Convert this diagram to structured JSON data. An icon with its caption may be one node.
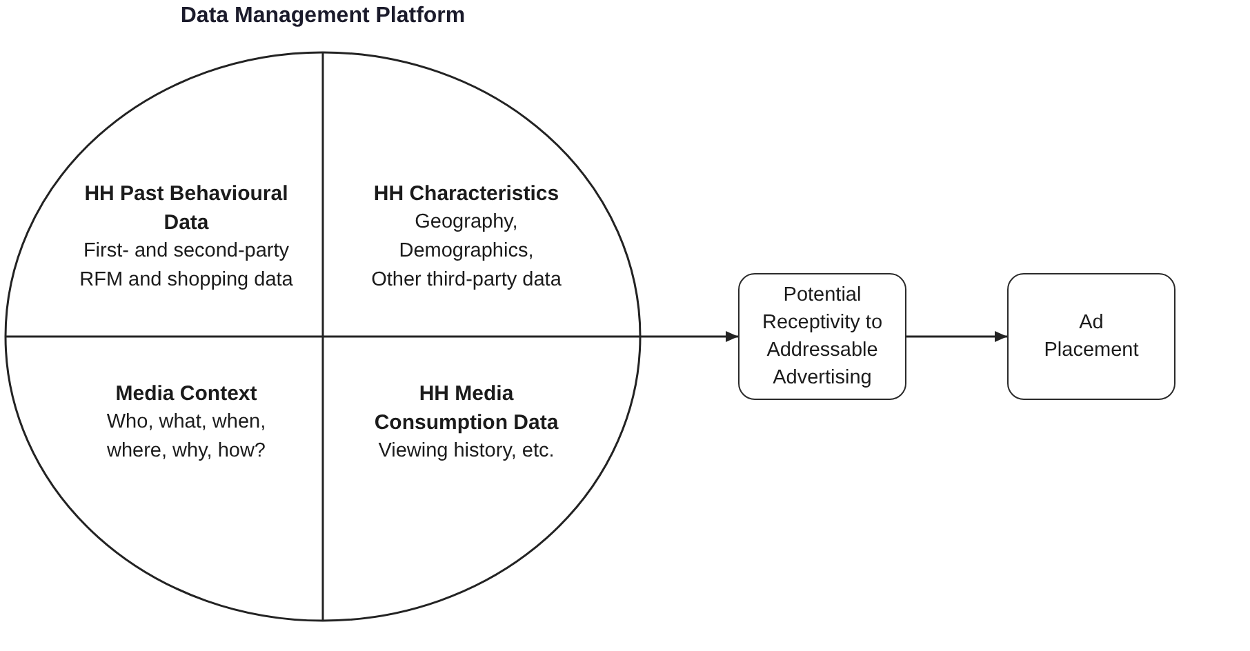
{
  "diagram": {
    "nodes": [
      {
        "text": [
          "Data Management Platform"
        ]
      },
      {
        "text": [
          "HH Past Behavioural Data",
          "First- and second-party RFM and shopping data"
        ],
        "in": 0
      },
      {
        "text": [
          "HH Characteristics",
          "Geography, Demographics, Other third-party data"
        ],
        "in": 0
      },
      {
        "text": [
          "Media Context",
          "Who, what, when, where, why, how?"
        ],
        "in": 0
      },
      {
        "text": [
          "HH Media Consumption Data",
          "Viewing history, etc."
        ],
        "in": 0
      },
      {
        "text": [
          "Potential Receptivity to Addressable Advertising"
        ]
      },
      {
        "text": [
          "Ad Placement"
        ]
      }
    ],
    "edges": [
      {
        "from": 0,
        "to": 5,
        "arrow": "to"
      },
      {
        "from": 5,
        "to": 6,
        "arrow": "to"
      }
    ]
  }
}
